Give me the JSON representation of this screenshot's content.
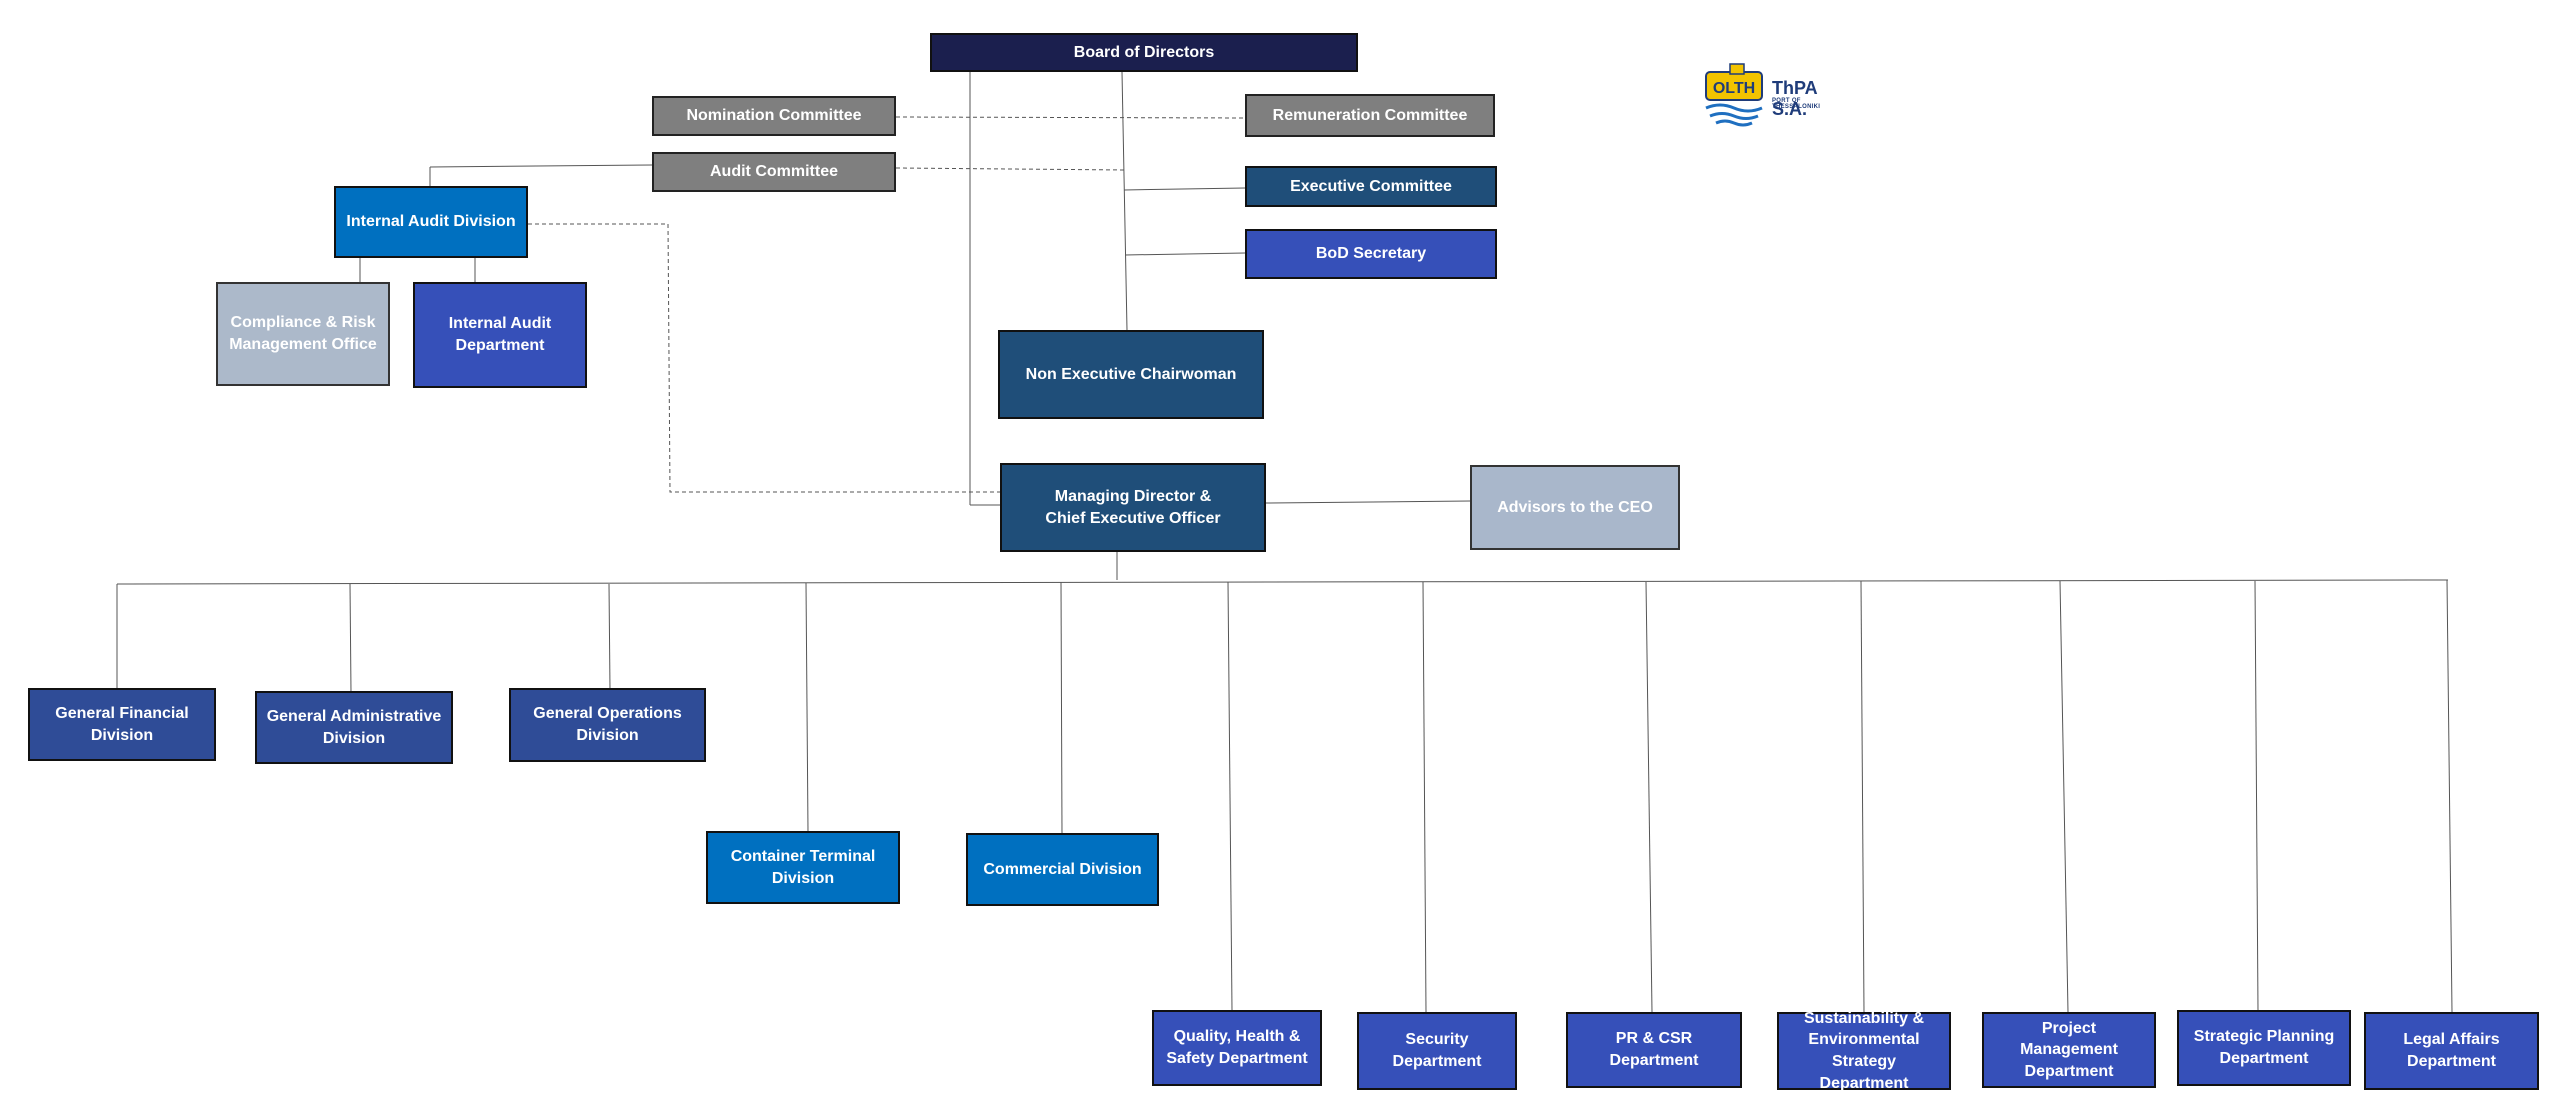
{
  "colors": {
    "navy": "#1b1f4e",
    "grey": "#7f7f7f",
    "steel": "#1f4e79",
    "royal": "#3650b9",
    "cyan": "#0070c0",
    "light": "#a9b7cb"
  },
  "logo": {
    "name": "ThPA S.A.",
    "subtitle": "PORT OF THESSALONIKI",
    "mark": "OLTH"
  },
  "board": {
    "label": "Board of Directors"
  },
  "committees": {
    "nomination": "Nomination Committee",
    "audit": "Audit Committee",
    "remuneration": "Remuneration Committee",
    "executive": "Executive Committee",
    "secretary": "BoD Secretary"
  },
  "internal_audit": {
    "division": "Internal Audit Division",
    "compliance": "Compliance & Risk\nManagement Office",
    "department": "Internal Audit\nDepartment"
  },
  "chairwoman": "Non Executive Chairwoman",
  "ceo": "Managing Director &\nChief Executive Officer",
  "advisors": "Advisors to the CEO",
  "divisions": {
    "financial": "General Financial\nDivision",
    "administrative": "General Administrative\nDivision",
    "operations": "General Operations\nDivision",
    "container": "Container Terminal\nDivision",
    "commercial": "Commercial Division"
  },
  "departments": {
    "qhs": "Quality, Health &\nSafety Department",
    "security": "Security Department",
    "pr": "PR & CSR\nDepartment",
    "sustainability": "Sustainability &\nEnvironmental\nStrategy Department",
    "project": "Project Management\nDepartment",
    "strategic": "Strategic Planning\nDepartment",
    "legal": "Legal Affairs\nDepartment"
  }
}
